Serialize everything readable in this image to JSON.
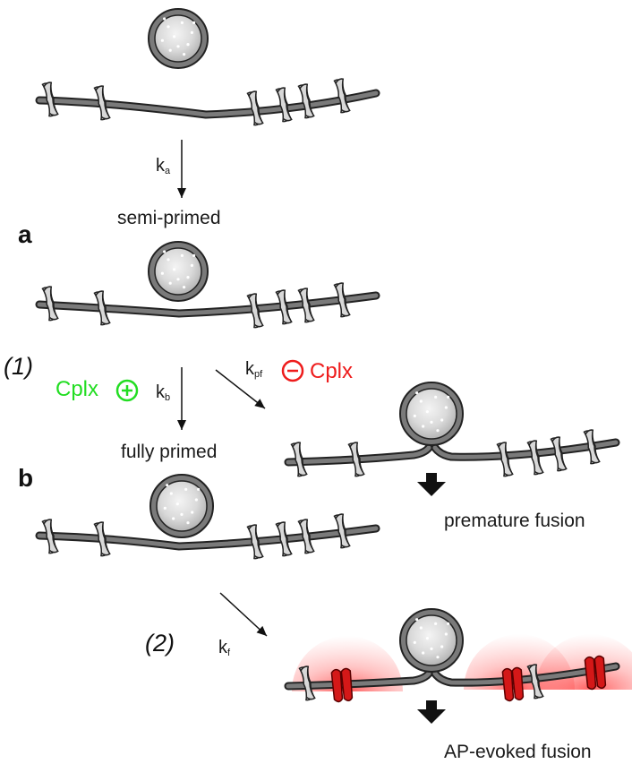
{
  "labels": {
    "semi_primed": "semi-primed",
    "fully_primed": "fully primed",
    "premature_fusion": "premature fusion",
    "ap_evoked_fusion": "AP-evoked fusion",
    "panel_a": "a",
    "panel_b": "b",
    "step_1": "(1)",
    "step_2": "(2)"
  },
  "rates": {
    "ka": {
      "main": "k",
      "sub": "a"
    },
    "kb": {
      "main": "k",
      "sub": "b"
    },
    "kpf": {
      "main": "k",
      "sub": "pf"
    },
    "kf": {
      "main": "k",
      "sub": "f"
    }
  },
  "modulators": {
    "cplx_positive": {
      "text": "Cplx",
      "sign": "+",
      "color": "#22dd22"
    },
    "cplx_negative": {
      "text": "Cplx",
      "sign": "−",
      "color": "#ee1c1c"
    }
  },
  "colors": {
    "membrane": "#7a7a7a",
    "outline": "#222222",
    "channel": "#d8d8d8",
    "red_channel": "#d41818",
    "calcium_glow": "#ff4a4a"
  }
}
